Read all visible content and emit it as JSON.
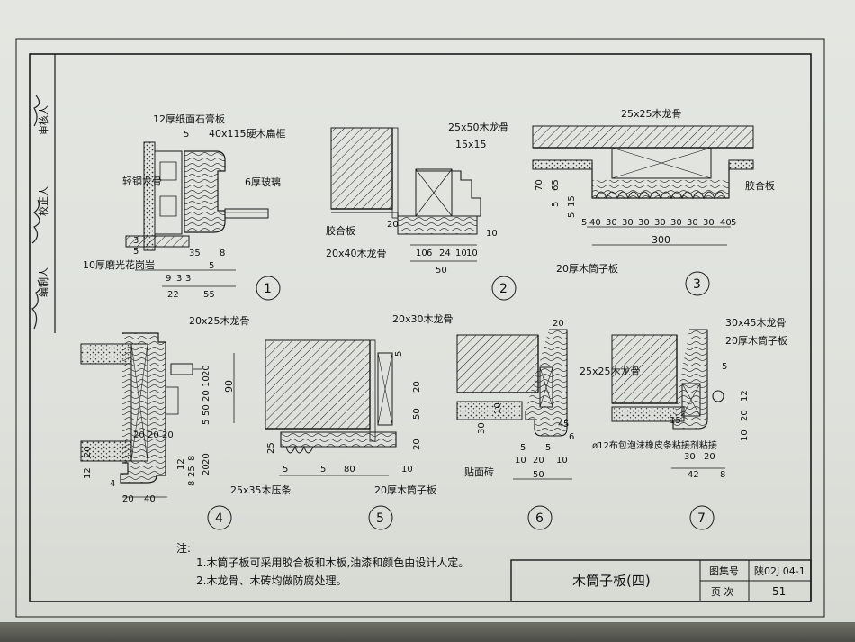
{
  "sheet": {
    "sign_column": [
      "编制人",
      "校正人",
      "审核人"
    ],
    "notes_title": "注:",
    "notes": [
      "1.木筒子板可采用胶合板和木板,油漆和颜色由设计人定。",
      "2.木龙骨、木砖均做防腐处理。"
    ],
    "title_block": {
      "title": "木筒子板(四)",
      "atlas_label": "图集号",
      "atlas_value": "陕02J 04-1",
      "page_label": "页 次",
      "page_value": "51"
    }
  },
  "details": [
    {
      "number": "1",
      "labels": [
        "12厚纸面石膏板",
        "40x115硬木扁框",
        "轻钢龙骨",
        "6厚玻璃",
        "10厚磨光花岗岩"
      ],
      "dims": [
        "5",
        "35",
        "8",
        "5",
        "9",
        "3",
        "3",
        "22",
        "55",
        "3",
        "5"
      ]
    },
    {
      "number": "2",
      "labels": [
        "25x50木龙骨",
        "15x15",
        "胶合板",
        "20x40木龙骨"
      ],
      "dims": [
        "20",
        "10",
        "6",
        "24",
        "10",
        "10",
        "50",
        "10"
      ]
    },
    {
      "number": "3",
      "labels": [
        "25x25木龙骨",
        "胶合板",
        "20厚木筒子板"
      ],
      "dims": [
        "70",
        "65",
        "5",
        "15",
        "5",
        "5",
        "40",
        "30",
        "30",
        "30",
        "30",
        "30",
        "30",
        "30",
        "40",
        "5",
        "300"
      ]
    },
    {
      "number": "4",
      "labels": [
        "20x25木龙骨"
      ],
      "dims": [
        "20",
        "10",
        "20",
        "90",
        "50",
        "5",
        "20",
        "20",
        "20",
        "12",
        "8",
        "20",
        "4",
        "20",
        "40",
        "20",
        "12",
        "25",
        "8",
        "20"
      ]
    },
    {
      "number": "5",
      "labels": [
        "20x30木龙骨",
        "25x35木压条",
        "20厚木筒子板"
      ],
      "dims": [
        "5",
        "20",
        "50",
        "20",
        "25",
        "5",
        "5",
        "80",
        "10"
      ]
    },
    {
      "number": "6",
      "labels": [
        "25x25木龙骨",
        "贴面砖"
      ],
      "dims": [
        "20",
        "30",
        "10",
        "5",
        "5",
        "5",
        "6",
        "4",
        "10",
        "20",
        "10",
        "50"
      ]
    },
    {
      "number": "7",
      "labels": [
        "30x45木龙骨",
        "20厚木筒子板",
        "ø12布包泡沫橡皮条粘接剂粘接"
      ],
      "dims": [
        "5",
        "12",
        "20",
        "15",
        "10",
        "30",
        "20",
        "42",
        "8"
      ]
    }
  ]
}
